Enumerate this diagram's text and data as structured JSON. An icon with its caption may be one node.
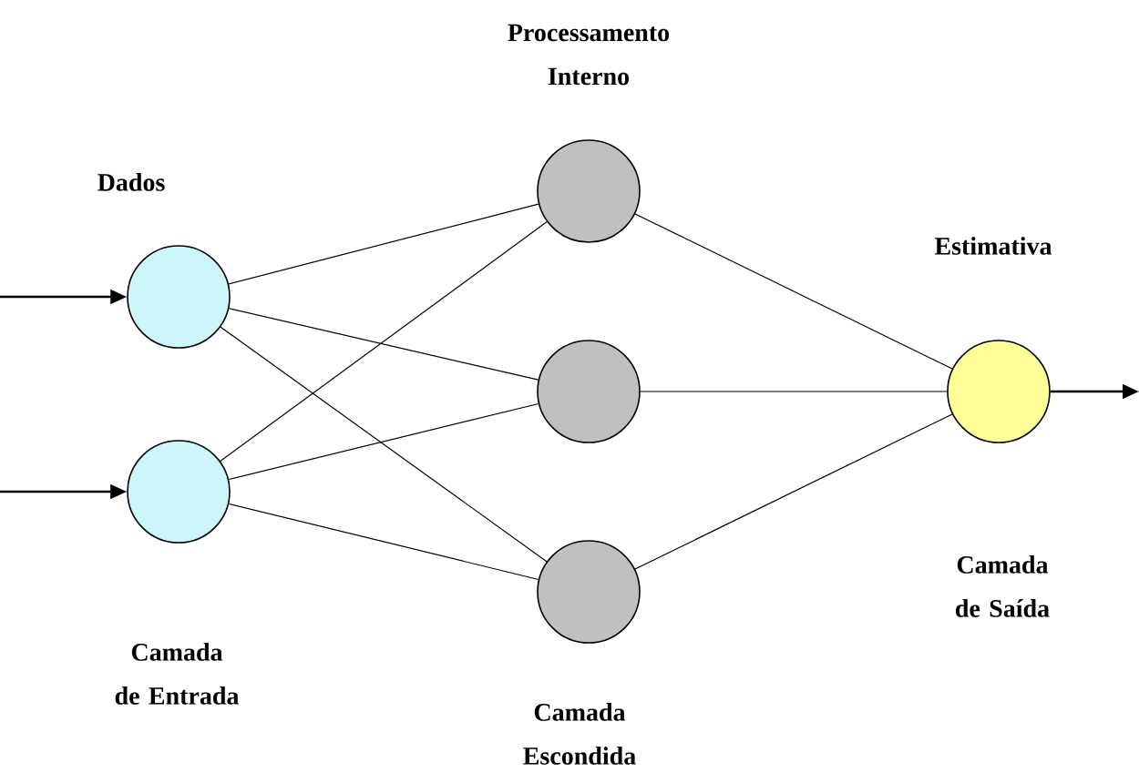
{
  "diagram": {
    "nodes": [
      {
        "text": [],
        "shape": "circle"
      },
      {
        "text": [],
        "shape": "circle"
      },
      {
        "text": [],
        "shape": "circle"
      },
      {
        "text": [],
        "shape": "circle"
      },
      {
        "text": [],
        "shape": "circle"
      },
      {
        "text": [],
        "shape": "circle"
      }
    ],
    "edges": [
      {
        "from": null,
        "to": 0,
        "arrow": "to"
      },
      {
        "from": null,
        "to": 1,
        "arrow": "to"
      },
      {
        "from": 0,
        "to": 2,
        "arrow": "none"
      },
      {
        "from": 0,
        "to": 3,
        "arrow": "none"
      },
      {
        "from": 0,
        "to": 4,
        "arrow": "none"
      },
      {
        "from": 1,
        "to": 2,
        "arrow": "none"
      },
      {
        "from": 1,
        "to": 3,
        "arrow": "none"
      },
      {
        "from": 1,
        "to": 4,
        "arrow": "none"
      },
      {
        "from": 2,
        "to": 5,
        "arrow": "none"
      },
      {
        "from": 3,
        "to": 5,
        "arrow": "none"
      },
      {
        "from": 4,
        "to": 5,
        "arrow": "none"
      },
      {
        "from": 5,
        "to": null,
        "arrow": "to"
      }
    ],
    "labels": [
      "Processamento Interno",
      "Dados",
      "Estimativa",
      "Camada de Saída",
      "Camada de Entrada",
      "Camada Escondida"
    ]
  }
}
